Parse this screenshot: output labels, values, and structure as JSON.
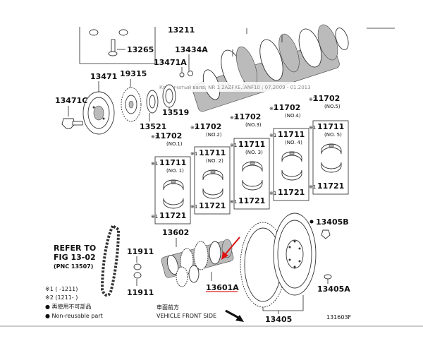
{
  "header": {
    "overlay_text": "Коленчатый вала; NR 1 2AZFXE..ANF10 ; 07.2009 - 01.2013"
  },
  "parts": {
    "p13211": "13211",
    "p13265": "13265",
    "p13434A": "13434A",
    "p13471A": "13471A",
    "p13471": "13471",
    "p19315": "19315",
    "p13471C": "13471C",
    "p13519": "13519",
    "p13521": "13521",
    "p13602": "13602",
    "p11911a": "11911",
    "p11911b": "11911",
    "p13601A": "13601A",
    "p13405": "13405",
    "p13405A": "13405A",
    "p13405B": "13405B"
  },
  "bearing_sets": [
    {
      "top_mark": "※2",
      "top_part": "11702",
      "top_no": "(NO.1)",
      "mid_mark": "※1",
      "mid_part": "11711",
      "mid_no": "(NO. 1)",
      "bot_mark": "※1",
      "bot_part": "11721"
    },
    {
      "top_mark": "※2",
      "top_part": "11702",
      "top_no": "(NO.2)",
      "mid_mark": "※1",
      "mid_part": "11711",
      "mid_no": "(NO. 2)",
      "bot_mark": "※1",
      "bot_part": "11721"
    },
    {
      "top_mark": "※2",
      "top_part": "11702",
      "top_no": "(NO.3)",
      "mid_mark": "※1",
      "mid_part": "11711",
      "mid_no": "(NO. 3)",
      "bot_mark": "※1",
      "bot_part": "11721"
    },
    {
      "top_mark": "※2",
      "top_part": "11702",
      "top_no": "(NO.4)",
      "mid_mark": "※1",
      "mid_part": "11711",
      "mid_no": "(NO. 4)",
      "bot_mark": "※1",
      "bot_part": "11721"
    },
    {
      "top_mark": "※2",
      "top_part": "11702",
      "top_no": "(NO.5)",
      "mid_mark": "※1",
      "mid_part": "11711",
      "mid_no": "(NO. 5)",
      "bot_mark": "※1",
      "bot_part": "11721"
    }
  ],
  "refer": {
    "line1": "REFER TO",
    "line2": "FIG 13-02",
    "line3": "(PNC 13507)"
  },
  "legend": {
    "l1": "※1 (     -1211)",
    "l2": "※2 (1211-     )",
    "l3": "● 再使用不可部品",
    "l4": "● Non-reusable part"
  },
  "front": {
    "jp": "車面前方",
    "en": "VEHICLE FRONT SIDE"
  },
  "figure_id": "131603F"
}
